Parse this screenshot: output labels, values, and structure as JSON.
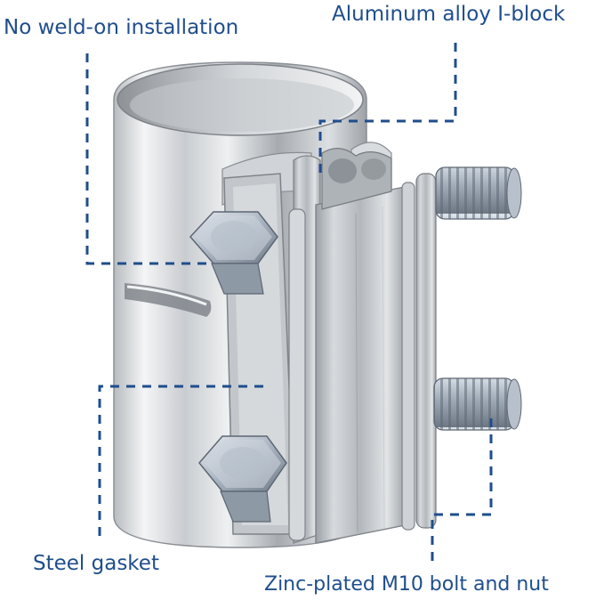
{
  "callouts": {
    "no_weld": "No weld-on installation",
    "i_block": "Aluminum alloy I-block",
    "gasket": "Steel gasket",
    "bolt_nut": "Zinc-plated M10 bolt and nut"
  },
  "colors": {
    "label_text": "#1f4e8c",
    "leader_line": "#1f4e8c",
    "background": "#ffffff"
  }
}
